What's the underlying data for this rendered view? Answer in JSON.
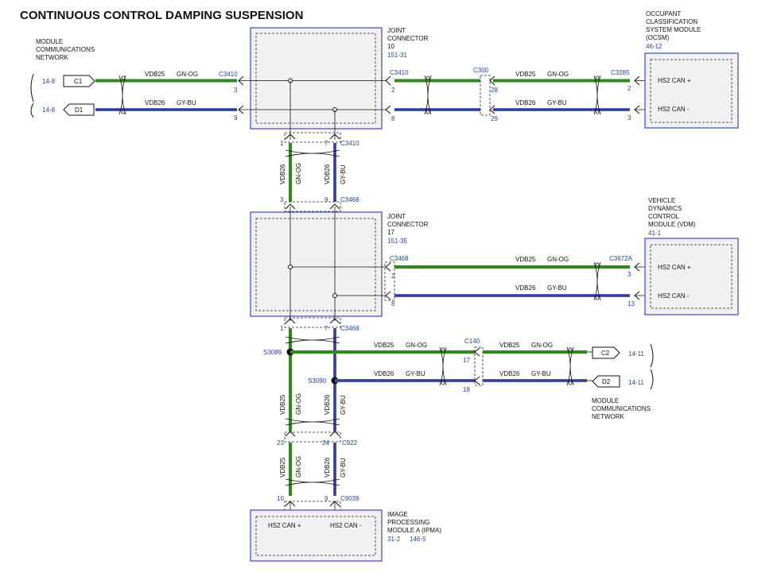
{
  "title": "CONTINUOUS CONTROL DAMPING SUSPENSION",
  "colors": {
    "green": "#2e8b1a",
    "blue_wire": "#5060c8",
    "module_border": "#3a48d6",
    "module_fill": "#f1f1f1",
    "dash": "#222222",
    "ref_blue": "#1f3fbf"
  },
  "networks": {
    "top_left": {
      "label_lines": [
        "MODULE",
        "COMMUNICATIONS",
        "NETWORK"
      ],
      "c1_ref": "14-8",
      "c1": "C1",
      "d1_ref": "14-8",
      "d1": "D1"
    },
    "right_mid": {
      "label_lines": [
        "MODULE",
        "COMMUNICATIONS",
        "NETWORK"
      ],
      "c2": "C2",
      "c2_ref": "14-11",
      "d2": "D2",
      "d2_ref": "14-11"
    }
  },
  "joint10": {
    "lines": [
      "JOINT",
      "CONNECTOR",
      "10"
    ],
    "ref": "151-31"
  },
  "joint17": {
    "lines": [
      "JOINT",
      "CONNECTOR",
      "17"
    ],
    "ref": "151-35"
  },
  "ocsm": {
    "lines": [
      "OCCUPANT",
      "CLASSIFICATION",
      "SYSTEM MODULE",
      "(OCSM)"
    ],
    "ref": "46-12",
    "pin_plus": "HS2 CAN +",
    "pin_minus": "HS2 CAN -"
  },
  "vdm": {
    "lines": [
      "VEHICLE",
      "DYNAMICS",
      "CONTROL",
      "MODULE (VDM)"
    ],
    "ref": "41-1",
    "pin_plus": "HS2 CAN +",
    "pin_minus": "HS2 CAN -"
  },
  "ipma": {
    "lines": [
      "IMAGE",
      "PROCESSING",
      "MODULE A (IPMA)"
    ],
    "ref1": "31-2",
    "ref2": "146-5",
    "pin_plus": "HS2 CAN +",
    "pin_minus": "HS2 CAN -"
  },
  "wires": {
    "vdb25": "VDB25",
    "vdb26": "VDB26",
    "gnog": "GN-OG",
    "gybu": "GY-BU"
  },
  "connectors": {
    "c3410": "C3410",
    "c300": "C300",
    "c3285": "C3285",
    "c3468": "C3468",
    "c3672a": "C3672A",
    "c140": "C140",
    "c922": "C922",
    "c9039": "C9039"
  },
  "splices": {
    "s3089": "S3089",
    "s3090": "S3090"
  },
  "pins": {
    "p3": "3",
    "p9": "9",
    "p2": "2",
    "p8": "8",
    "p28": "28",
    "p29": "29",
    "p1": "1",
    "p7": "7",
    "p13": "13",
    "p17": "17",
    "p18": "18",
    "p23": "23",
    "p24": "24",
    "p10": "10"
  }
}
